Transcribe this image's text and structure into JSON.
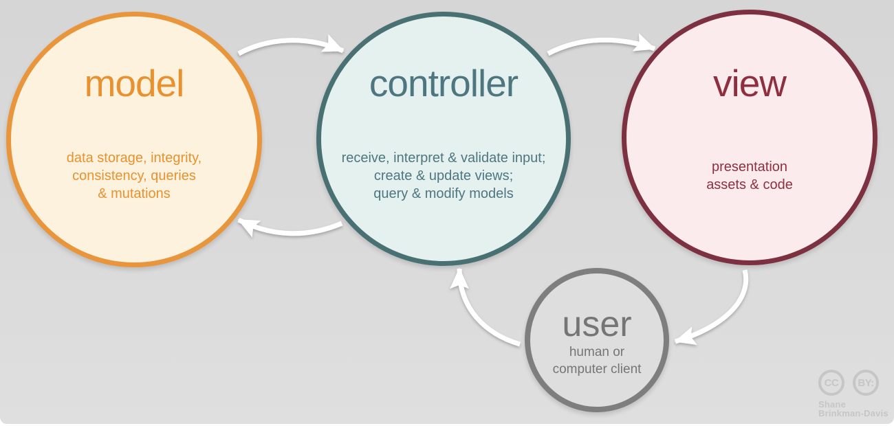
{
  "diagram": {
    "background_color": "#dadada",
    "nodes": {
      "model": {
        "title": "model",
        "lines": [
          "data storage, integrity,",
          "consistency, queries",
          "& mutations"
        ],
        "border_color": "#e9953b",
        "fill_color": "#fcf2de",
        "text_color": "#e8912e"
      },
      "controller": {
        "title": "controller",
        "lines": [
          "receive, interpret & validate input;",
          "create & update views;",
          "query & modify models"
        ],
        "border_color": "#497173",
        "fill_color": "#e4f1ef",
        "text_color": "#4e7680"
      },
      "view": {
        "title": "view",
        "lines": [
          "presentation",
          "assets & code"
        ],
        "border_color": "#7d3140",
        "fill_color": "#fbebec",
        "text_color": "#8e2f3f"
      },
      "user": {
        "title": "user",
        "lines": [
          "human or",
          "computer client"
        ],
        "border_color": "#7e7e7e",
        "fill_color": "#dedede",
        "text_color": "#757575"
      }
    },
    "flows": [
      {
        "from": "model",
        "to": "controller"
      },
      {
        "from": "controller",
        "to": "view"
      },
      {
        "from": "controller",
        "to": "model"
      },
      {
        "from": "view",
        "to": "user"
      },
      {
        "from": "user",
        "to": "controller"
      }
    ],
    "arrow_color": "#ffffff"
  },
  "attribution": {
    "license_icons": [
      "CC",
      "BY:"
    ],
    "author_lines": [
      "Shane",
      "Brinkman-Davis"
    ],
    "color": "#c6c6c6"
  }
}
